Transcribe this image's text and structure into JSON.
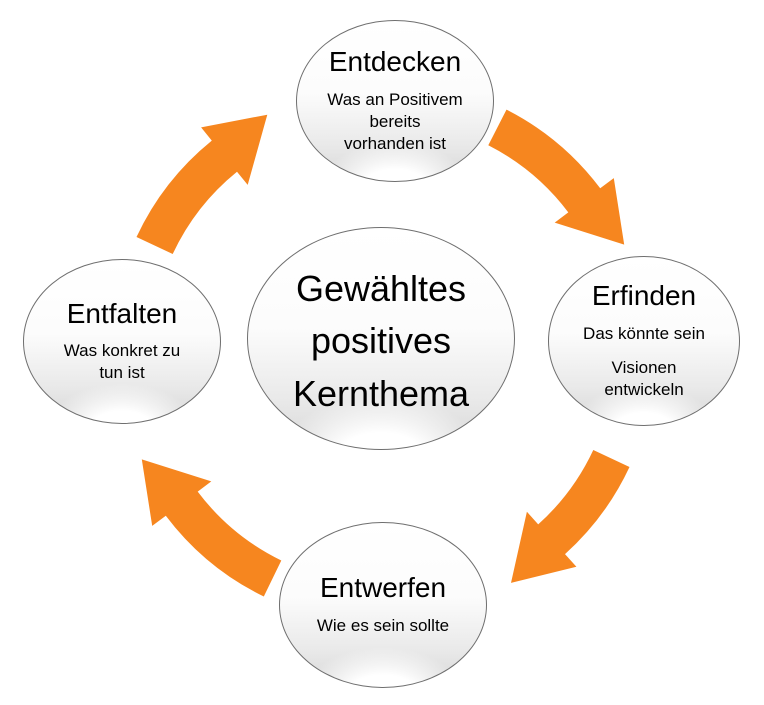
{
  "diagram": {
    "center_title": "Gewähltes\npositives\nKernthema",
    "nodes": [
      {
        "id": "entdecken",
        "title": "Entdecken",
        "subs": [
          "Was an Positivem\nbereits\nvorhanden ist"
        ]
      },
      {
        "id": "erfinden",
        "title": "Erfinden",
        "subs": [
          "Das könnte sein",
          "Visionen\nentwickeln"
        ]
      },
      {
        "id": "entwerfen",
        "title": "Entwerfen",
        "subs": [
          "Wie es sein sollte"
        ]
      },
      {
        "id": "entfalten",
        "title": "Entfalten",
        "subs": [
          "Was konkret zu\ntun ist"
        ]
      }
    ],
    "arrows": [
      {
        "name": "arrow-entfalten-to-entdecken"
      },
      {
        "name": "arrow-entdecken-to-erfinden"
      },
      {
        "name": "arrow-erfinden-to-entwerfen"
      },
      {
        "name": "arrow-entwerfen-to-entfalten"
      }
    ],
    "colors": {
      "arrow": "#F6861F",
      "ellipse_border": "#6F6F6F",
      "text": "#000000",
      "background": "#FFFFFF"
    }
  }
}
